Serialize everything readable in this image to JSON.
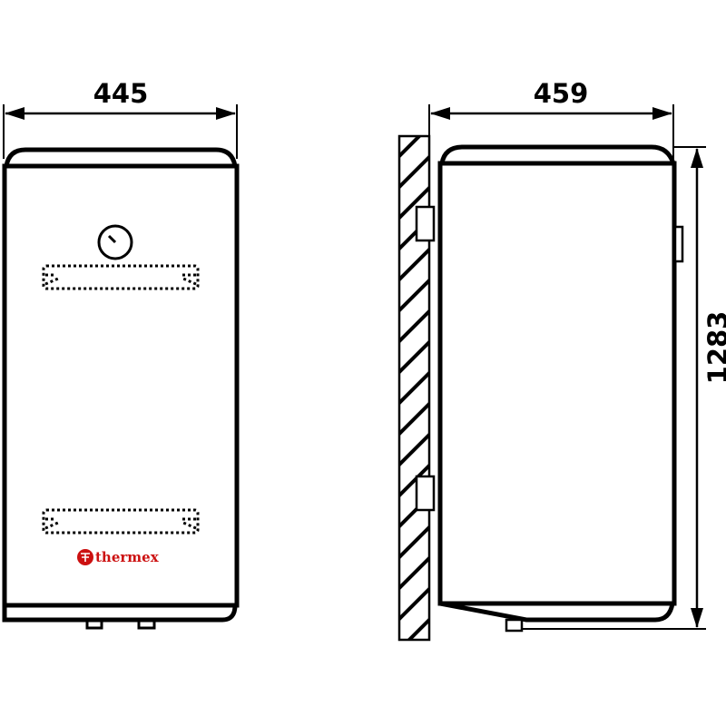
{
  "drawing": {
    "front_width_label": "445",
    "side_depth_label": "459",
    "height_label": "1283",
    "brand_logo": "thermex",
    "brand_color": "#cc1111",
    "line_color": "#000000"
  }
}
